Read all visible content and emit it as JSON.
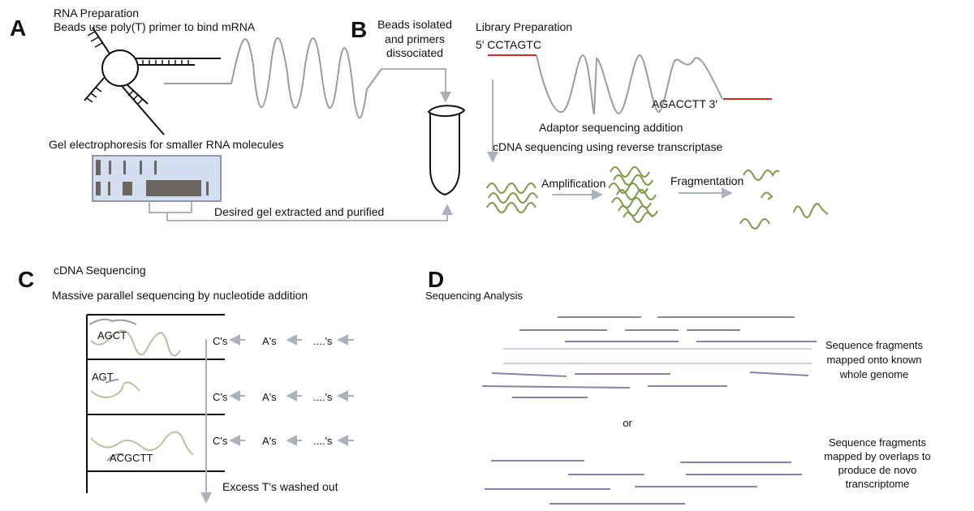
{
  "panels": {
    "a": "A",
    "b": "B",
    "c": "C",
    "d": "D"
  },
  "panel_a": {
    "title": "RNA Preparation",
    "subtitle": "Beads use poly(T) primer to bind mRNA",
    "gel_title": "Gel electrophoresis for smaller RNA molecules",
    "gel_extract": "Desired gel extracted and purified"
  },
  "panel_b": {
    "beads_line1": "Beads isolated",
    "beads_line2": "and primers",
    "beads_line3": "dissociated",
    "title": "Library Preparation",
    "seq5": "5′ CCTAGTC",
    "seq3": "AGACCTT 3′",
    "adaptor": "Adaptor sequencing addition",
    "cdna": "cDNA sequencing using reverse transcriptase",
    "amplification": "Amplification",
    "fragmentation": "Fragmentation"
  },
  "panel_c": {
    "title": "cDNA Sequencing",
    "subtitle": "Massive parallel sequencing by nucleotide addition",
    "rows": [
      {
        "seq": "AGCT",
        "c": "C's",
        "a": "A's",
        "d": "....'s"
      },
      {
        "seq": "AGT",
        "c": "C's",
        "a": "A's",
        "d": "....'s"
      },
      {
        "seq": "ACGCTT",
        "c": "C's",
        "a": "A's",
        "d": "....'s"
      }
    ],
    "washed": "Excess T's washed out"
  },
  "panel_d": {
    "title": "Sequencing Analysis",
    "mapped_line1": "Sequence fragments",
    "mapped_line2": "mapped onto known",
    "mapped_line3": "whole genome",
    "or": "or",
    "denovo_line1": "Sequence fragments",
    "denovo_line2": "mapped by overlaps to",
    "denovo_line3": "produce de novo",
    "denovo_line4": "transcriptome"
  },
  "colors": {
    "arrow": "#a9b3bd",
    "rna": "#999da3",
    "adaptor": "#d62728",
    "cdna": "#7a9a4a",
    "seqstrand": "#bdbf9a",
    "gel_fill": "#d3dff0",
    "gel_border": "#8d98a8",
    "band": "#6d6560",
    "read": "#8e80a8",
    "genome": "#c8d6dc"
  }
}
